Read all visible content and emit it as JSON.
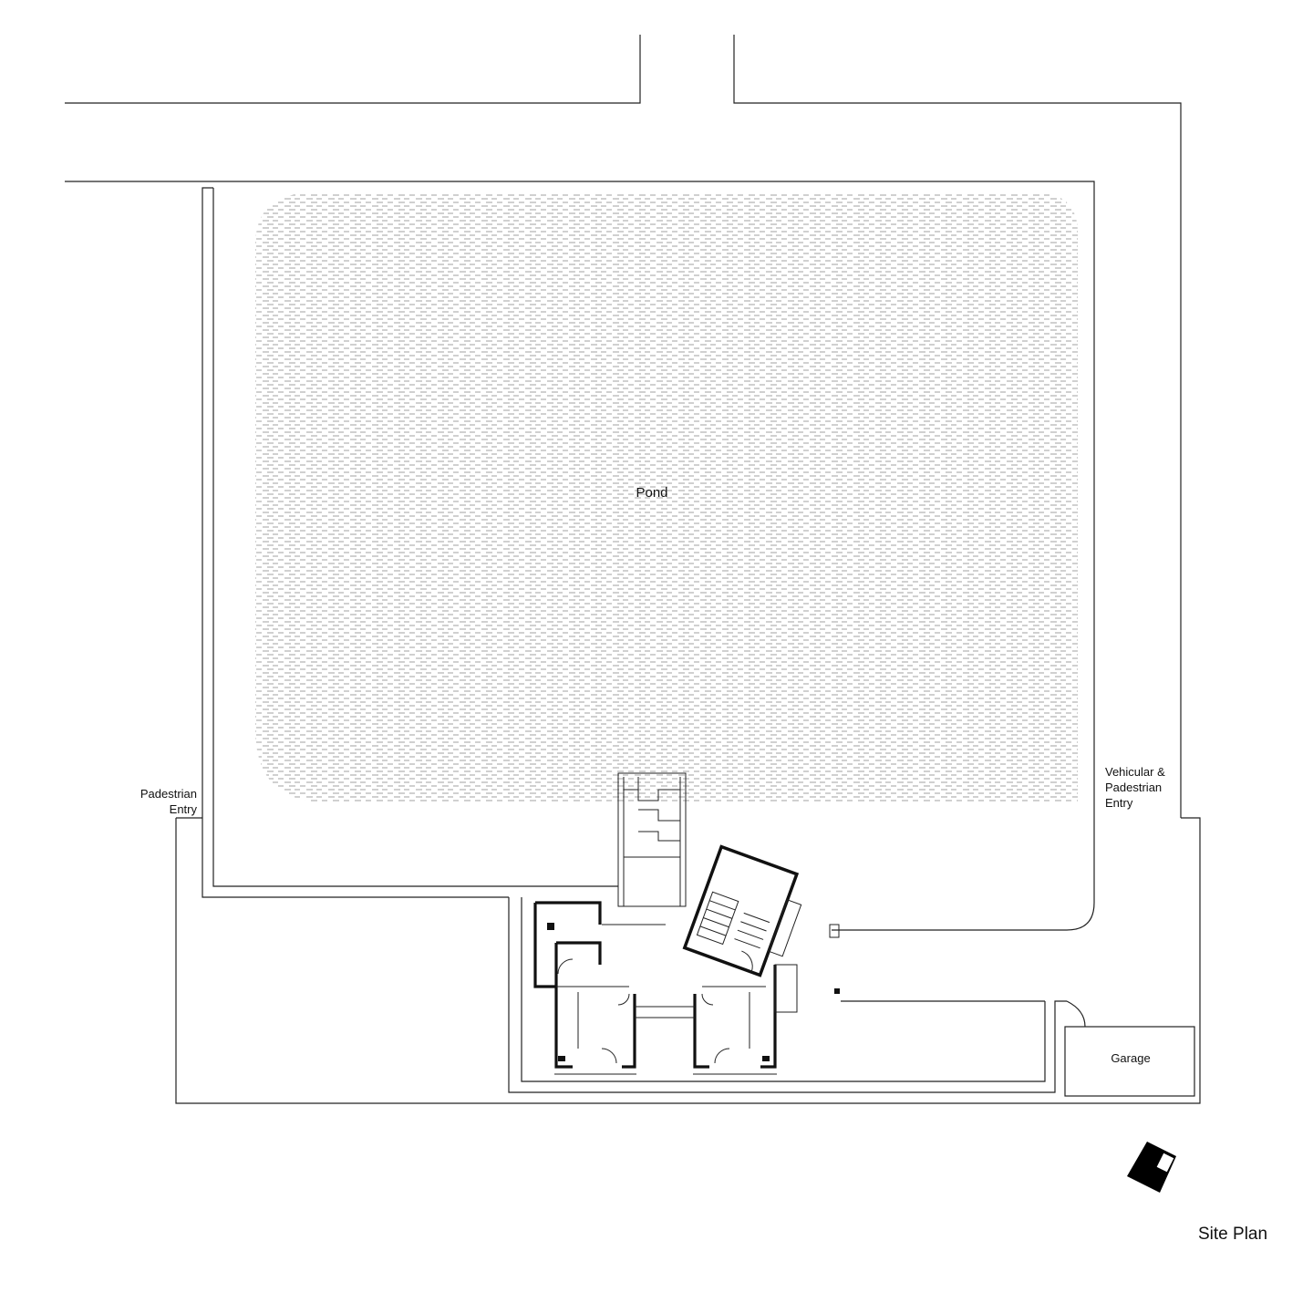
{
  "labels": {
    "pond": "Pond",
    "pedestrian_entry": [
      "Padestrian",
      "Entry"
    ],
    "vehicular_entry": [
      "Vehicular &",
      "Padestrian",
      "Entry"
    ],
    "garage": "Garage",
    "title": "Site Plan"
  },
  "colors": {
    "line": "#222222",
    "wall": "#111111",
    "hatch": "#9a9a9a",
    "background": "#ffffff"
  },
  "icons": {
    "north_arrow": "north-arrow-icon"
  }
}
